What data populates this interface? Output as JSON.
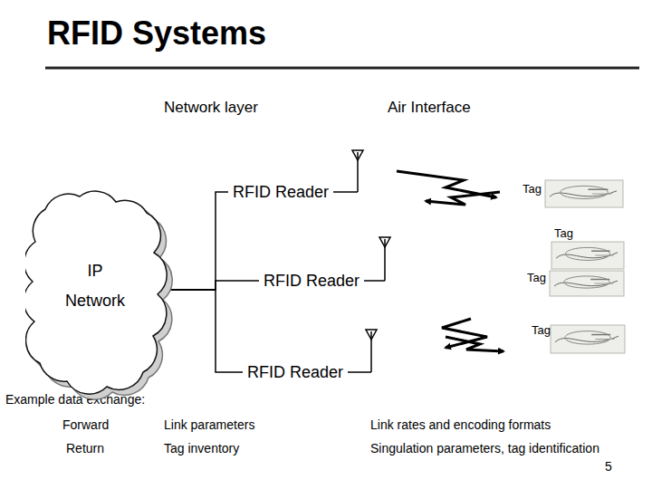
{
  "diagram": {
    "title": "RFID Systems",
    "nodes": [
      {
        "text": [
          "IP Network"
        ]
      },
      {
        "text": [
          "RFID Reader"
        ]
      },
      {
        "text": [
          "RFID Reader"
        ]
      },
      {
        "text": [
          "RFID Reader"
        ]
      },
      {
        "text": [
          "Tag"
        ]
      },
      {
        "text": [
          "Tag"
        ]
      },
      {
        "text": [
          "Tag"
        ]
      },
      {
        "text": [
          "Tag"
        ]
      }
    ],
    "edges": [
      {
        "from": 0,
        "to": 1,
        "arrow": "none"
      },
      {
        "from": 0,
        "to": 2,
        "arrow": "none"
      },
      {
        "from": 0,
        "to": 3,
        "arrow": "none"
      }
    ],
    "labels": [
      "Network layer",
      "Air Interface",
      "Example data exchange:",
      "Forward",
      "Link parameters",
      "Link rates and encoding formats",
      "Return",
      "Tag inventory",
      "Singulation parameters, tag identification",
      "5"
    ]
  }
}
